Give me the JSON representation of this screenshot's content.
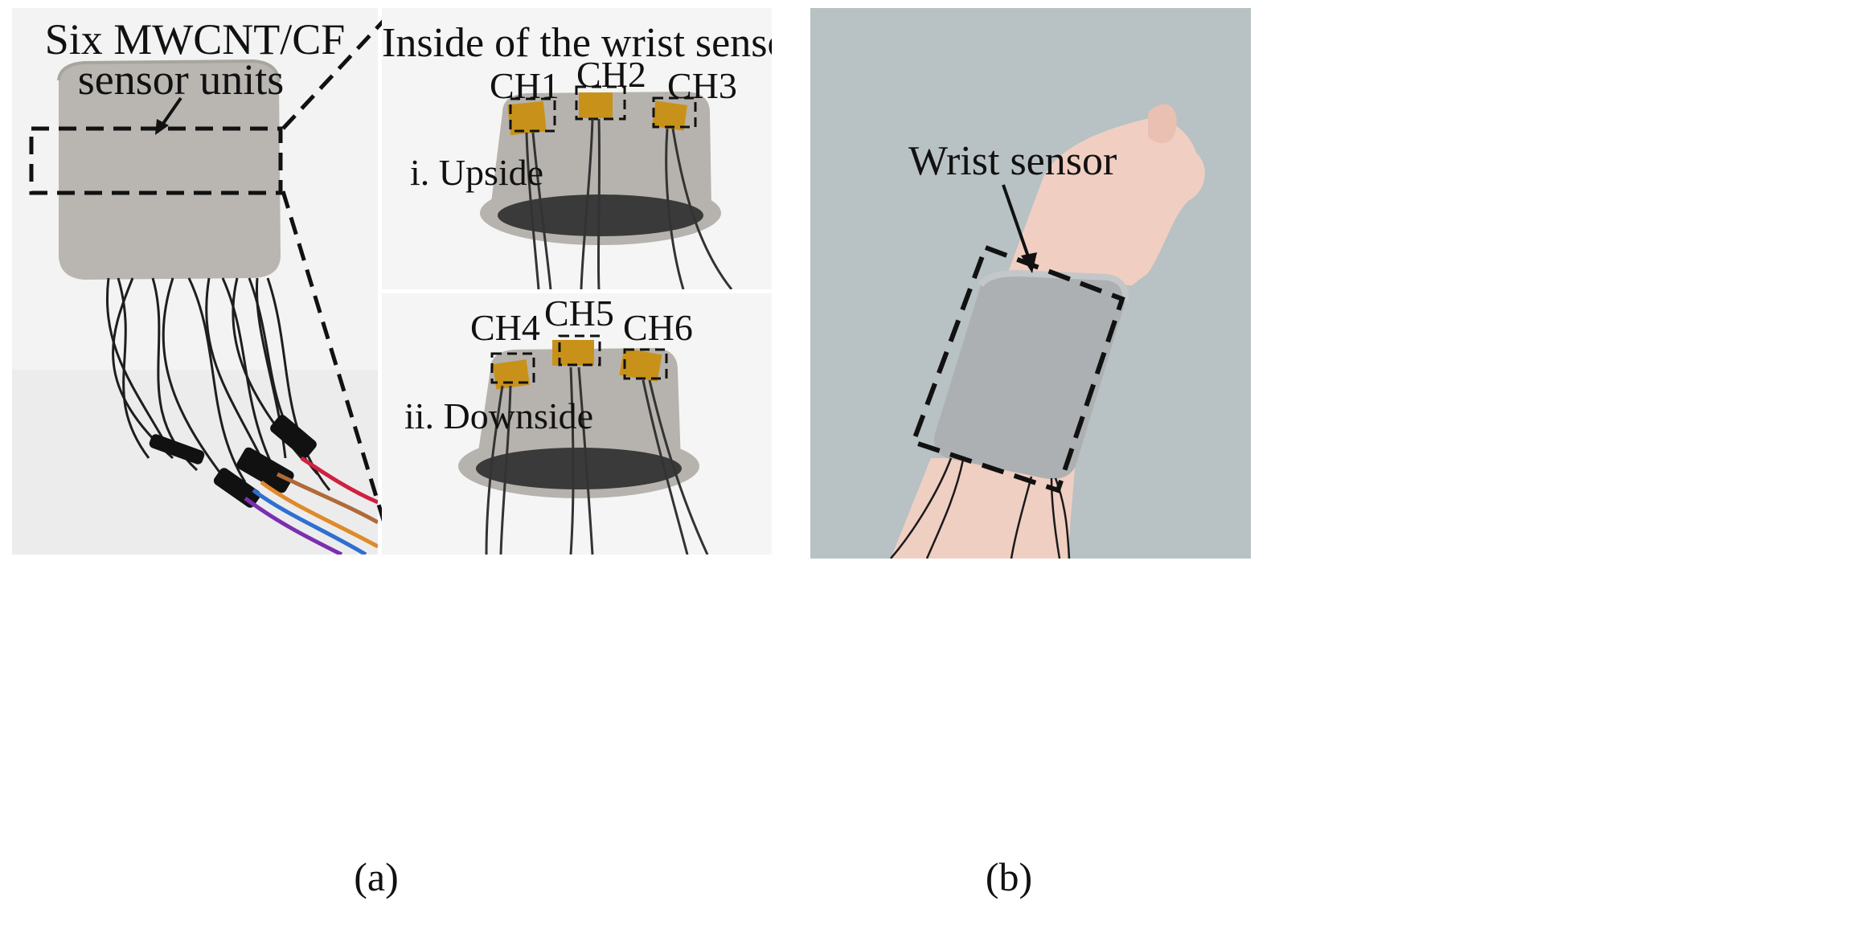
{
  "panel_a_left": {
    "label_line1": "Six MWCNT/CF",
    "label_line2": "sensor units"
  },
  "panel_a_top": {
    "title": "Inside of the wrist sensor",
    "channels": [
      "CH1",
      "CH2",
      "CH3"
    ],
    "view_label": "i. Upside"
  },
  "panel_a_bottom": {
    "channels": [
      "CH4",
      "CH5",
      "CH6"
    ],
    "view_label": "ii. Downside"
  },
  "panel_b": {
    "label": "Wrist sensor"
  },
  "captions": {
    "a": "(a)",
    "b": "(b)"
  },
  "colors": {
    "fabric": "#b9b6b1",
    "sensor_pad": "#c8921a",
    "background_wall": "#b8c1c3",
    "wire": "#1e1e1e"
  }
}
